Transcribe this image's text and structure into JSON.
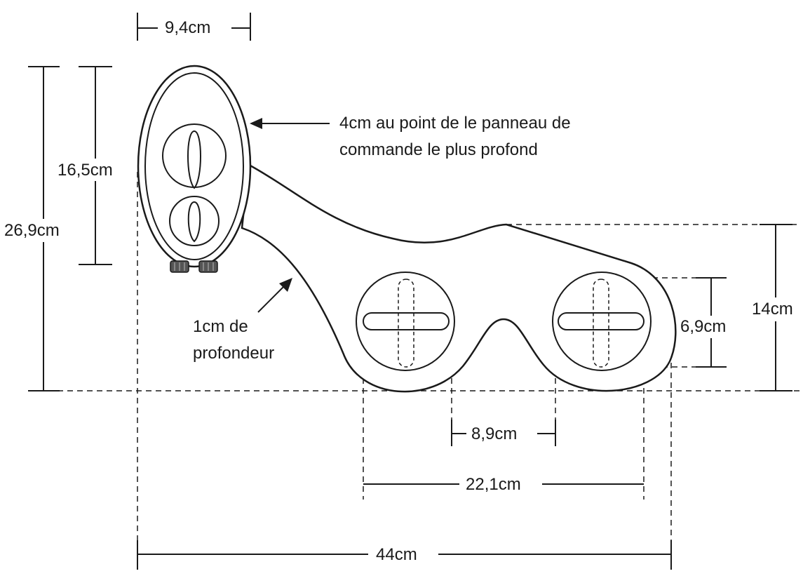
{
  "dimensions": {
    "top_width": "9,4cm",
    "panel_height": "16,5cm",
    "total_height": "26,9cm",
    "body_height": "14cm",
    "knob_height": "6,9cm",
    "knob_gap": "8,9cm",
    "knob_span": "22,1cm",
    "total_width": "44cm"
  },
  "annotations": {
    "panel_depth_line1": "4cm au point de le panneau de",
    "panel_depth_line2": "commande le plus profond",
    "body_depth_line1": "1cm de",
    "body_depth_line2": "profondeur"
  }
}
